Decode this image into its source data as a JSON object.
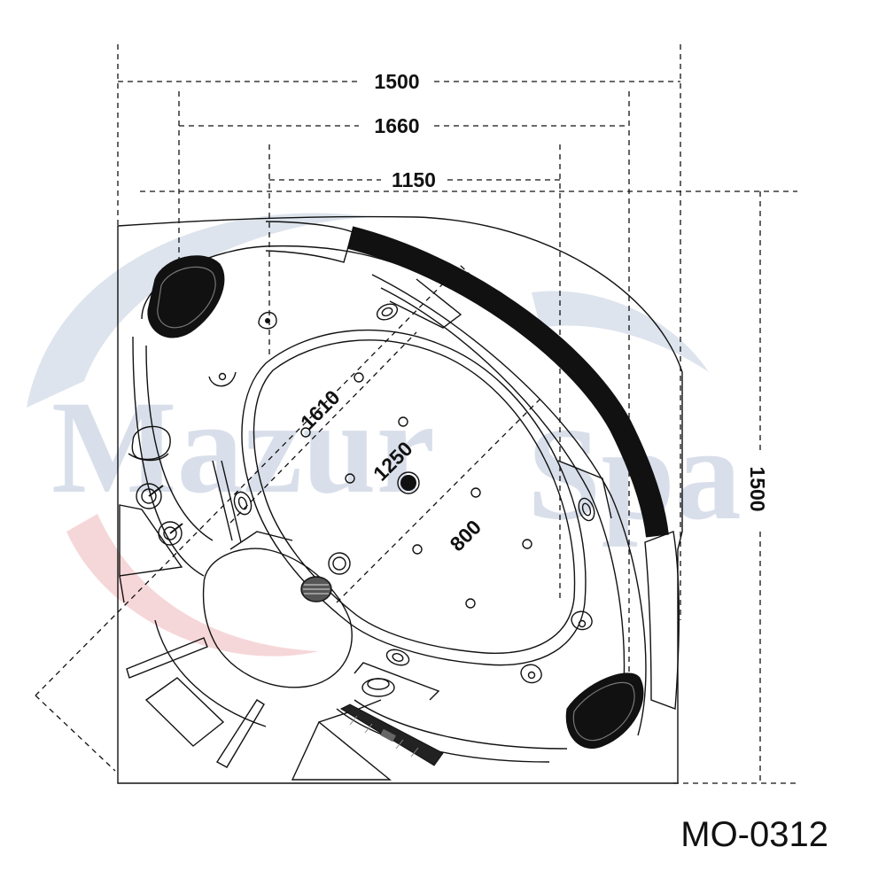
{
  "watermark": {
    "text_left": "Mazur",
    "text_right": "Spa",
    "swoosh_blue": "#cfd8e6",
    "swoosh_red": "#f3c9cc"
  },
  "dimensions": {
    "outer_width": "1500",
    "headrest_span": "1660",
    "inner_width": "1150",
    "outer_depth": "1500",
    "diagonal_length": "1610",
    "diagonal_basin": "1250",
    "diagonal_short": "800"
  },
  "model_code": "MO-0312",
  "colors": {
    "line": "#111111",
    "fill_black": "#111111",
    "background": "#ffffff"
  }
}
